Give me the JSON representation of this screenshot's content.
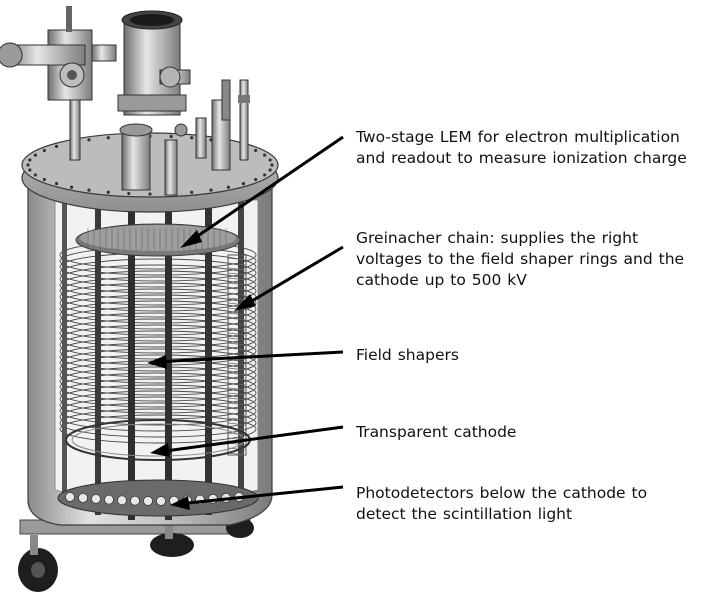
{
  "labels": [
    {
      "id": "lem",
      "lines": [
        "Two-stage  LEM  for electron multiplication",
        "and readout to measure  ionization charge"
      ]
    },
    {
      "id": "greinacher",
      "lines": [
        "Greinacher  chain:  supplies  the right",
        "voltages to the field  shaper rings and the",
        "cathode up to 500 kV"
      ]
    },
    {
      "id": "field-shapers",
      "lines": [
        "Field shapers"
      ]
    },
    {
      "id": "cathode",
      "lines": [
        "Transparent cathode"
      ]
    },
    {
      "id": "photodetectors",
      "lines": [
        "Photodetectors  below the cathode to",
        "detect the scintillation light"
      ]
    }
  ],
  "colors": {
    "arrow": "#000000",
    "metal_light": "#d9d9d9",
    "metal_mid": "#a8a8a8",
    "metal_dark": "#555555"
  }
}
